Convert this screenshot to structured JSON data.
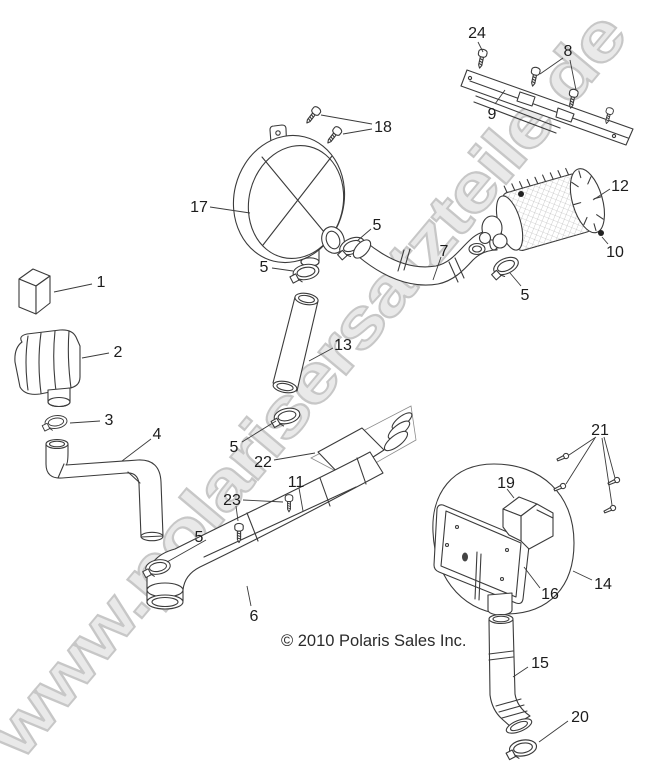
{
  "page": {
    "background": "#ffffff"
  },
  "watermark": {
    "text": "www.polarisersatzteile.de",
    "fill_color": "#e9e9e9",
    "outline_color": "#c7c7c7"
  },
  "footer": {
    "copyright": "© 2010 Polaris Sales Inc."
  },
  "style": {
    "line_color": "#3b3b3b",
    "label_color": "#1c1c1c"
  },
  "callouts": [
    {
      "part": "24"
    },
    {
      "part": "8"
    },
    {
      "part": "9"
    },
    {
      "part": "18"
    },
    {
      "part": "17"
    },
    {
      "part": "12"
    },
    {
      "part": "10"
    },
    {
      "part": "5"
    },
    {
      "part": "7"
    },
    {
      "part": "5"
    },
    {
      "part": "5"
    },
    {
      "part": "1"
    },
    {
      "part": "13"
    },
    {
      "part": "2"
    },
    {
      "part": "3"
    },
    {
      "part": "4"
    },
    {
      "part": "5"
    },
    {
      "part": "22"
    },
    {
      "part": "11"
    },
    {
      "part": "23"
    },
    {
      "part": "5"
    },
    {
      "part": "6"
    },
    {
      "part": "21"
    },
    {
      "part": "19"
    },
    {
      "part": "16"
    },
    {
      "part": "14"
    },
    {
      "part": "15"
    },
    {
      "part": "20"
    }
  ]
}
